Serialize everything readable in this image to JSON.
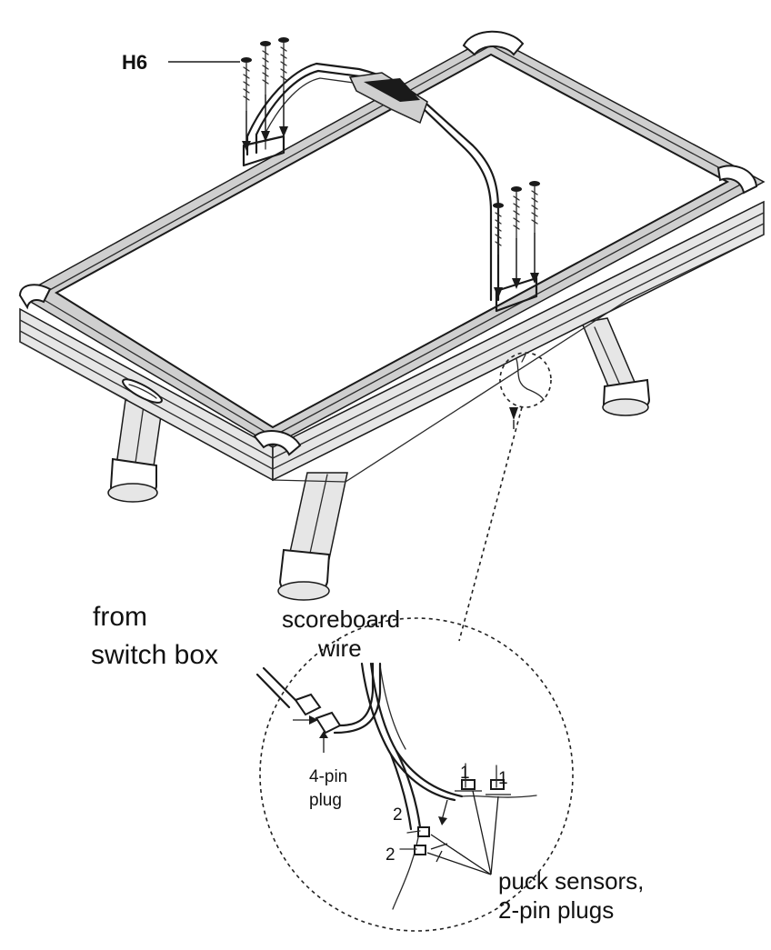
{
  "labels": {
    "h6": "H6",
    "from_switch_box_1": "from",
    "from_switch_box_2": "switch box",
    "scoreboard_wire_1": "scoreboard",
    "scoreboard_wire_2": "wire",
    "four_pin_plug_1": "4-pin",
    "four_pin_plug_2": "plug",
    "puck_sensors_1": "puck sensors,",
    "puck_sensors_2": "2-pin plugs",
    "num_1a": "1",
    "num_1b": "1",
    "num_2a": "2",
    "num_2b": "2"
  },
  "colors": {
    "line": "#1a1a1a",
    "rail_fill": "#cfcfcf",
    "background": "#ffffff"
  }
}
